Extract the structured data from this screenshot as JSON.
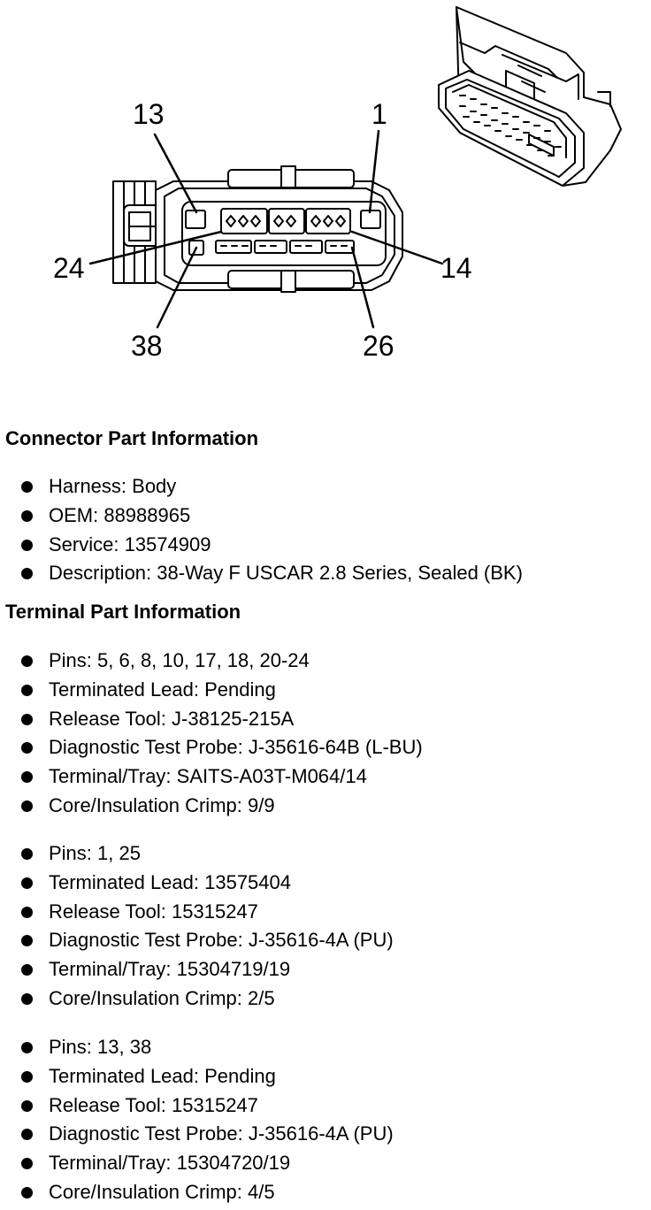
{
  "figure": {
    "callouts": [
      "13",
      "1",
      "24",
      "14",
      "38",
      "26"
    ]
  },
  "connector": {
    "heading": "Connector Part Information",
    "items": [
      "Harness: Body",
      "OEM: 88988965",
      "Service: 13574909",
      "Description: 38-Way F USCAR 2.8 Series, Sealed (BK)"
    ]
  },
  "terminal": {
    "heading": "Terminal Part Information",
    "groups": [
      {
        "items": [
          "Pins: 5, 6, 8, 10, 17, 18, 20-24",
          "Terminated Lead: Pending",
          "Release Tool: J-38125-215A",
          "Diagnostic Test Probe: J-35616-64B (L-BU)",
          "Terminal/Tray: SAITS-A03T-M064/14",
          "Core/Insulation Crimp: 9/9"
        ]
      },
      {
        "items": [
          "Pins: 1, 25",
          "Terminated Lead: 13575404",
          "Release Tool: 15315247",
          "Diagnostic Test Probe: J-35616-4A (PU)",
          "Terminal/Tray: 15304719/19",
          "Core/Insulation Crimp: 2/5"
        ]
      },
      {
        "items": [
          "Pins: 13, 38",
          "Terminated Lead: Pending",
          "Release Tool: 15315247",
          "Diagnostic Test Probe: J-35616-4A (PU)",
          "Terminal/Tray: 15304720/19",
          "Core/Insulation Crimp: 4/5"
        ]
      }
    ]
  }
}
